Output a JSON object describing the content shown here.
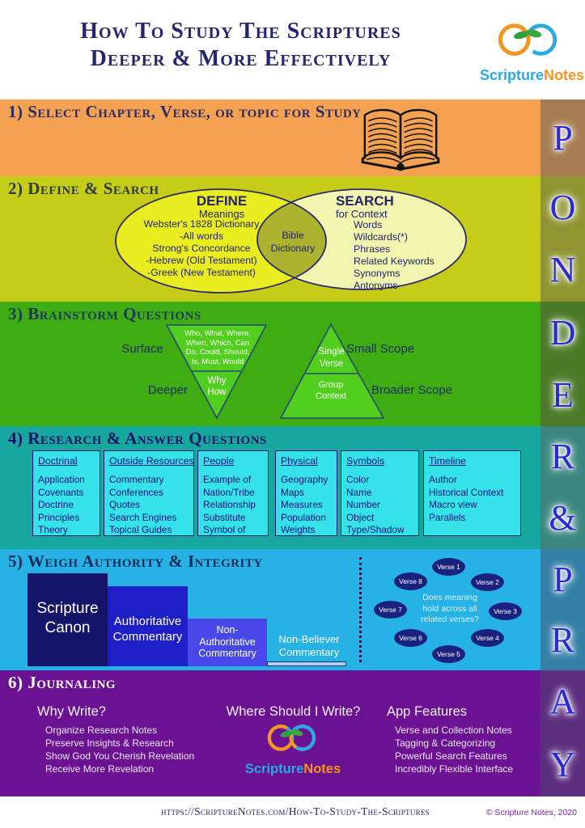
{
  "colors": {
    "band1_bg": "#F4A251",
    "band1_side": "#A67C50",
    "band2_bg": "#C6CC17",
    "band2_side": "#8F9430",
    "band3_bg": "#3FAD12",
    "band3_side": "#4C7A28",
    "band4_bg": "#16A79F",
    "band4_side": "#3B8780",
    "band5_bg": "#27B2E5",
    "band5_side": "#337FA6",
    "band6_bg": "#6B1292",
    "band6_side": "#5B2E7E",
    "sidebar_letter_blue": "#2B2BD0",
    "logo_blue": "#29ABE2",
    "logo_orange": "#F7941D",
    "logo_green": "#2F9E41",
    "title_navy": "#26266E",
    "venn_left_yellow": "#E9EC1E",
    "venn_right_pale": "#F2F5AE",
    "venn_overlap_olive": "#ADB32F",
    "triangle_green": "#52CE1E",
    "research_box_cyan": "#35E2E9",
    "bar1_navy": "#15156B",
    "bar2_blue": "#1F1FC8",
    "bar3_violet": "#4848E8",
    "bar4_strip": "#A8D4F2",
    "verse_oval_navy": "#1A2280"
  },
  "header": {
    "title_line1": "How To Study The Scriptures",
    "title_line2": "Deeper & More Effectively",
    "logo": {
      "icon": "scripturenotes-infinity-logo",
      "scripture": "Scripture",
      "notes": "Notes"
    }
  },
  "sections": [
    {
      "heading": "1) Select Chapter, Verse, or topic for Study",
      "icon": "open-book-icon",
      "letters": [
        "P"
      ]
    },
    {
      "heading": "2) Define & Search",
      "letters": [
        "O",
        "N"
      ],
      "venn": {
        "left_title": "DEFINE",
        "left_subtitle": "Meanings",
        "left_items": [
          "Webster's 1828 Dictionary",
          "-All words",
          "Strong's Concordance",
          "-Hebrew (Old Testament)",
          "-Greek (New Testament)"
        ],
        "center_line1": "Bible",
        "center_line2": "Dictionary",
        "right_title": "SEARCH",
        "right_subtitle": "for Context",
        "right_items": [
          "Words",
          "Wildcards(*)",
          "Phrases",
          "Related Keywords",
          "Synonyms",
          "Antonyms"
        ]
      }
    },
    {
      "heading": "3) Brainstorm Questions",
      "letters": [
        "D",
        "E"
      ],
      "diagram": {
        "surface_label": "Surface",
        "deeper_label": "Deeper",
        "left_top_lines": [
          "Who, What, Where,",
          "When, Which, Can",
          "Do, Could, Should,",
          "Is, Must, Would"
        ],
        "left_bottom_lines": [
          "Why",
          "How"
        ],
        "right_top_lines": [
          "Single",
          "Verse"
        ],
        "right_bottom_lines": [
          "Group",
          "Context"
        ],
        "small_scope_label": "Small Scope",
        "broader_scope_label": "Broader Scope"
      }
    },
    {
      "heading": "4) Research & Answer Questions",
      "letters": [
        "R",
        "&"
      ],
      "boxes": [
        {
          "title": "Doctrinal",
          "items": [
            "Application",
            "Covenants",
            "Doctrine",
            "Principles",
            "Theory"
          ]
        },
        {
          "title": "Outside Resources",
          "items": [
            "Commentary",
            "Conferences",
            "Quotes",
            "Search Engines",
            "Topical Guides"
          ]
        },
        {
          "title": "People",
          "items": [
            "Example of",
            "Nation/Tribe",
            "Relationship",
            "Substitute",
            "Symbol of"
          ]
        },
        {
          "title": "Physical",
          "items": [
            "Geography",
            "Maps",
            "Measures",
            "Population",
            "Weights"
          ]
        },
        {
          "title": "Symbols",
          "items": [
            "Color",
            "Name",
            "Number",
            "Object",
            "Type/Shadow"
          ]
        },
        {
          "title": "Timeline",
          "items": [
            "Author",
            "Historical Context",
            "Macro view",
            "Parallels"
          ]
        }
      ]
    },
    {
      "heading": "5) Weigh Authority & Integrity",
      "letters": [
        "P",
        "R"
      ],
      "bars": [
        {
          "line1": "Scripture",
          "line2": "Canon",
          "line3": ""
        },
        {
          "line1": "Authoritative",
          "line2": "Commentary",
          "line3": ""
        },
        {
          "line1": "Non-",
          "line2": "Authoritative",
          "line3": "Commentary"
        },
        {
          "line1": "Non-Believer",
          "line2": "Commentary",
          "line3": ""
        }
      ],
      "question_line1": "Does meaning",
      "question_line2": "hold across all",
      "question_line3": "related verses?",
      "verses": [
        "Verse 1",
        "Verse 2",
        "Verse 3",
        "Verse 4",
        "Verse 5",
        "Verse 6",
        "Verse 7",
        "Verse 8"
      ]
    },
    {
      "heading": "6) Journaling",
      "letters": [
        "A",
        "Y"
      ],
      "why": {
        "title": "Why Write?",
        "items": [
          "Organize Research Notes",
          "Preserve Insights & Research",
          "Show God You Cherish Revelation",
          "Receive More Revelation"
        ]
      },
      "where": {
        "title": "Where Should I Write?",
        "logo_icon": "scripturenotes-infinity-logo",
        "logo_scripture": "Scripture",
        "logo_notes": "Notes"
      },
      "features": {
        "title": "App Features",
        "items": [
          "Verse and Collection Notes",
          "Tagging & Categorizing",
          "Powerful Search Features",
          "Incredibly Flexible Interface"
        ]
      }
    }
  ],
  "footer": {
    "url": "https://ScriptureNotes.com/How-To-Study-The-Scriptures",
    "copyright": "© Scripture Notes, 2020"
  }
}
